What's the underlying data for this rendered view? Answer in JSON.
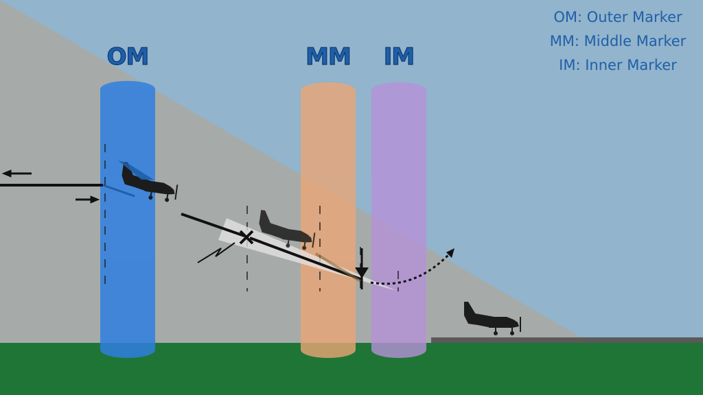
{
  "markers": [
    {
      "label": "OM",
      "color": "#2f7fe0"
    },
    {
      "label": "MM",
      "color": "#eaa677"
    },
    {
      "label": "IM",
      "color": "#b592d8"
    }
  ],
  "legend": [
    "OM: Outer Marker",
    "MM: Middle Marker",
    "IM: Inner Marker"
  ],
  "colors": {
    "sky": "#92b4cc",
    "glide_zone": "#a6aba9",
    "ground": "#1f7535",
    "runway": "#5a5a5a",
    "aircraft": "#1c1c1c",
    "path": "#111111"
  },
  "icons": [
    "airplane-icon",
    "airplane-icon",
    "airplane-icon",
    "lightning-icon",
    "cross-icon",
    "arrow-icon"
  ]
}
